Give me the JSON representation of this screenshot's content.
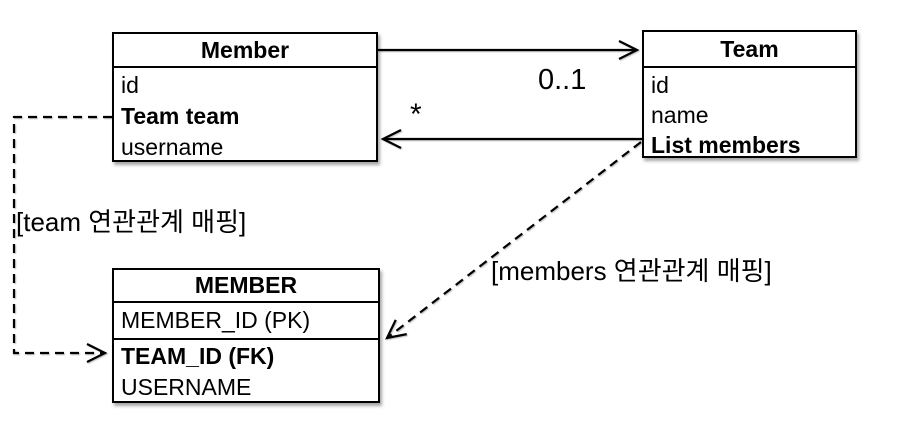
{
  "diagram": {
    "member_class": {
      "title": "Member",
      "fields": [
        {
          "text": "id"
        },
        {
          "text": "Team team"
        },
        {
          "text": "username"
        }
      ]
    },
    "team_class": {
      "title": "Team",
      "fields": [
        {
          "text": "id"
        },
        {
          "text": "name"
        },
        {
          "text": "List members"
        }
      ]
    },
    "member_table": {
      "title": "MEMBER",
      "pk_field": "MEMBER_ID (PK)",
      "fields": [
        {
          "text": "TEAM_ID (FK)"
        },
        {
          "text": "USERNAME"
        }
      ]
    },
    "labels": {
      "team_multiplicity": "0..1",
      "members_multiplicity": "*",
      "team_mapping": "[team 연관관계 매핑]",
      "members_mapping": "[members 연관관계 매핑]"
    },
    "colors": {
      "line": "#000000",
      "box_background": "#ffffff",
      "text": "#000000"
    }
  }
}
